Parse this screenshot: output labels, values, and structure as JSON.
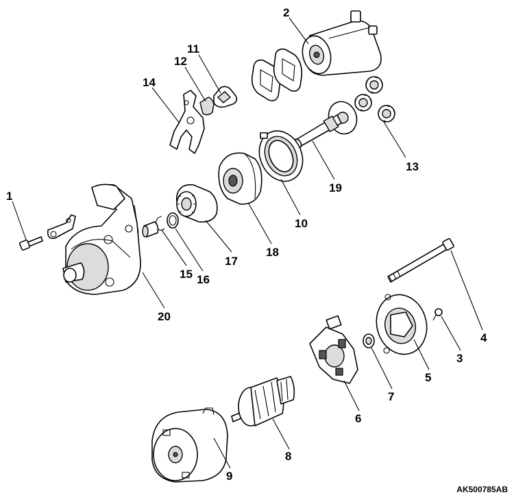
{
  "figure_code": "AK500785AB",
  "callouts": [
    "1",
    "2",
    "3",
    "4",
    "5",
    "6",
    "7",
    "8",
    "9",
    "10",
    "11",
    "12",
    "13",
    "14",
    "15",
    "16",
    "17",
    "18",
    "19",
    "20"
  ]
}
